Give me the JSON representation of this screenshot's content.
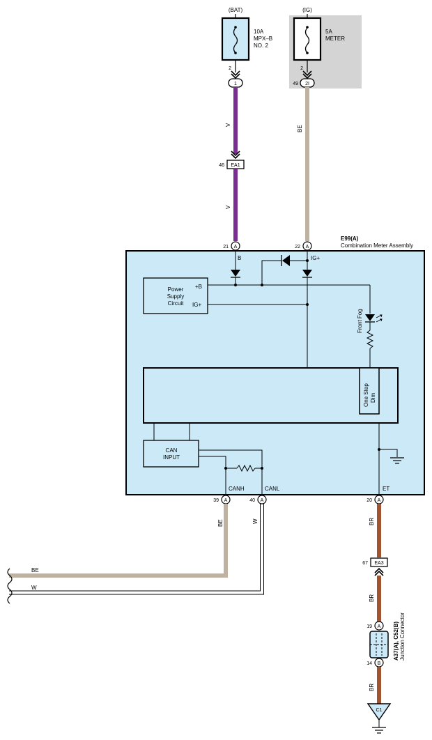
{
  "colors": {
    "violet": "#7a2e92",
    "beige": "#bfb2a0",
    "brown": "#a05530",
    "panel": "#cce9f7",
    "gray_panel": "#d4d4d4"
  },
  "fuses": {
    "bat": {
      "source": "(BAT)",
      "amp": "10A",
      "name_line1": "MPX–B",
      "name_line2": "NO. 2",
      "pin": "2"
    },
    "ig": {
      "source": "(IG)",
      "amp": "5A",
      "name_line1": "METER",
      "pin": "2"
    }
  },
  "connectors": {
    "bat_jb": "1",
    "ig_jb": "2I",
    "ig_jb_pin": "49",
    "ea1": "EA1",
    "ea1_pin": "46",
    "ea3": "EA3",
    "ea3_pin": "67",
    "ground_conn": "C1"
  },
  "wires": {
    "bat_upper": "V",
    "bat_lower": "V",
    "ig": "BE",
    "canh": "BE",
    "canl": "W",
    "canh_out": "BE",
    "canl_out": "W",
    "et_upper": "BR",
    "et_mid": "BR",
    "et_lower": "BR"
  },
  "meter": {
    "id": "E99(A)",
    "name": "Combination Meter Assembly",
    "pins": {
      "b_pin": "21",
      "b_conn": "A",
      "b_label": "B",
      "ig_pin": "22",
      "ig_conn": "A",
      "ig_label": "IG+",
      "canh_pin": "39",
      "canh_conn": "A",
      "canh_label": "CANH",
      "canl_pin": "40",
      "canl_conn": "A",
      "canl_label": "CANL",
      "et_pin": "20",
      "et_conn": "A",
      "et_label": "ET"
    },
    "power_supply": {
      "line1": "Power",
      "line2": "Supply",
      "line3": "Circuit",
      "plus_b": "+B",
      "ig_plus": "IG+"
    },
    "front_fog": "Front Fog",
    "ig_label": "IG",
    "one_step_dim_1": "One Step",
    "one_step_dim_2": "Dim",
    "can_input_1": "CAN",
    "can_input_2": "INPUT"
  },
  "junction": {
    "name1": "A37(A), C52(B)",
    "name2": "Junction Connector",
    "top_pin": "19",
    "top_conn": "A",
    "bot_pin": "14",
    "bot_conn": "B"
  }
}
